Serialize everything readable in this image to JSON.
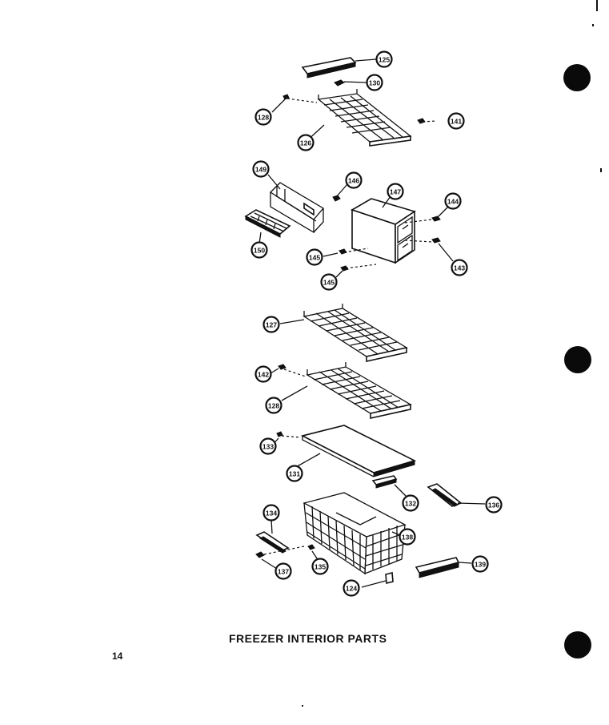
{
  "title": "FREEZER INTERIOR PARTS",
  "page_number": "14",
  "callout_numbers": [
    "125",
    "130",
    "141",
    "128",
    "126",
    "149",
    "146",
    "147",
    "144",
    "150",
    "145",
    "143",
    "145",
    "127",
    "142",
    "128",
    "133",
    "131",
    "132",
    "136",
    "134",
    "138",
    "137",
    "135",
    "124",
    "139"
  ]
}
